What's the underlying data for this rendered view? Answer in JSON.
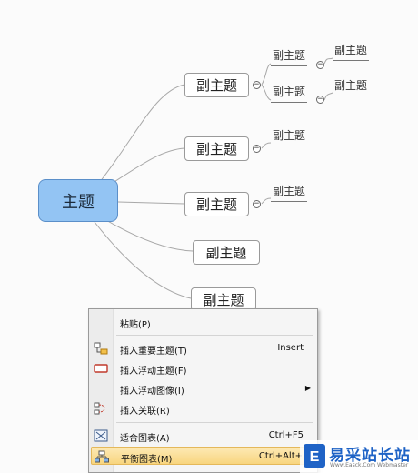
{
  "mindmap": {
    "main_topic": "主题",
    "subtopics": [
      {
        "label": "副主题",
        "children": [
          {
            "label": "副主题",
            "children": [
              {
                "label": "副主题"
              }
            ]
          },
          {
            "label": "副主题",
            "children": [
              {
                "label": "副主题"
              }
            ]
          }
        ]
      },
      {
        "label": "副主题",
        "children": [
          {
            "label": "副主题"
          }
        ]
      },
      {
        "label": "副主题",
        "children": [
          {
            "label": "副主题"
          }
        ]
      },
      {
        "label": "副主题"
      },
      {
        "label": "副主题"
      }
    ],
    "collapse_symbol": "−"
  },
  "context_menu": {
    "items": [
      {
        "label": "粘贴(P)",
        "shortcut": "",
        "icon": "none"
      },
      {
        "label": "插入重要主题(T)",
        "shortcut": "Insert",
        "icon": "insert-topic-icon"
      },
      {
        "label": "插入浮动主题(F)",
        "shortcut": "",
        "icon": "floating-topic-icon"
      },
      {
        "label": "插入浮动图像(I)",
        "shortcut": "",
        "icon": "none",
        "submenu": true
      },
      {
        "label": "插入关联(R)",
        "shortcut": "",
        "icon": "relationship-icon"
      },
      {
        "label": "适合图表(A)",
        "shortcut": "Ctrl+F5",
        "icon": "fit-map-icon"
      },
      {
        "label": "平衡图表(M)",
        "shortcut": "Ctrl+Alt+",
        "icon": "balance-map-icon",
        "highlighted": true
      }
    ],
    "submenu_arrow": "▶"
  },
  "watermark": {
    "logo_glyph": "E",
    "text": "易采站长站",
    "subtext": "Www.Easck.Com Webmaster"
  },
  "colors": {
    "main_topic_fill": "#93c4f3",
    "connector": "#a8a8a8",
    "highlight": "#f8d57e",
    "watermark": "#1f63c6"
  }
}
